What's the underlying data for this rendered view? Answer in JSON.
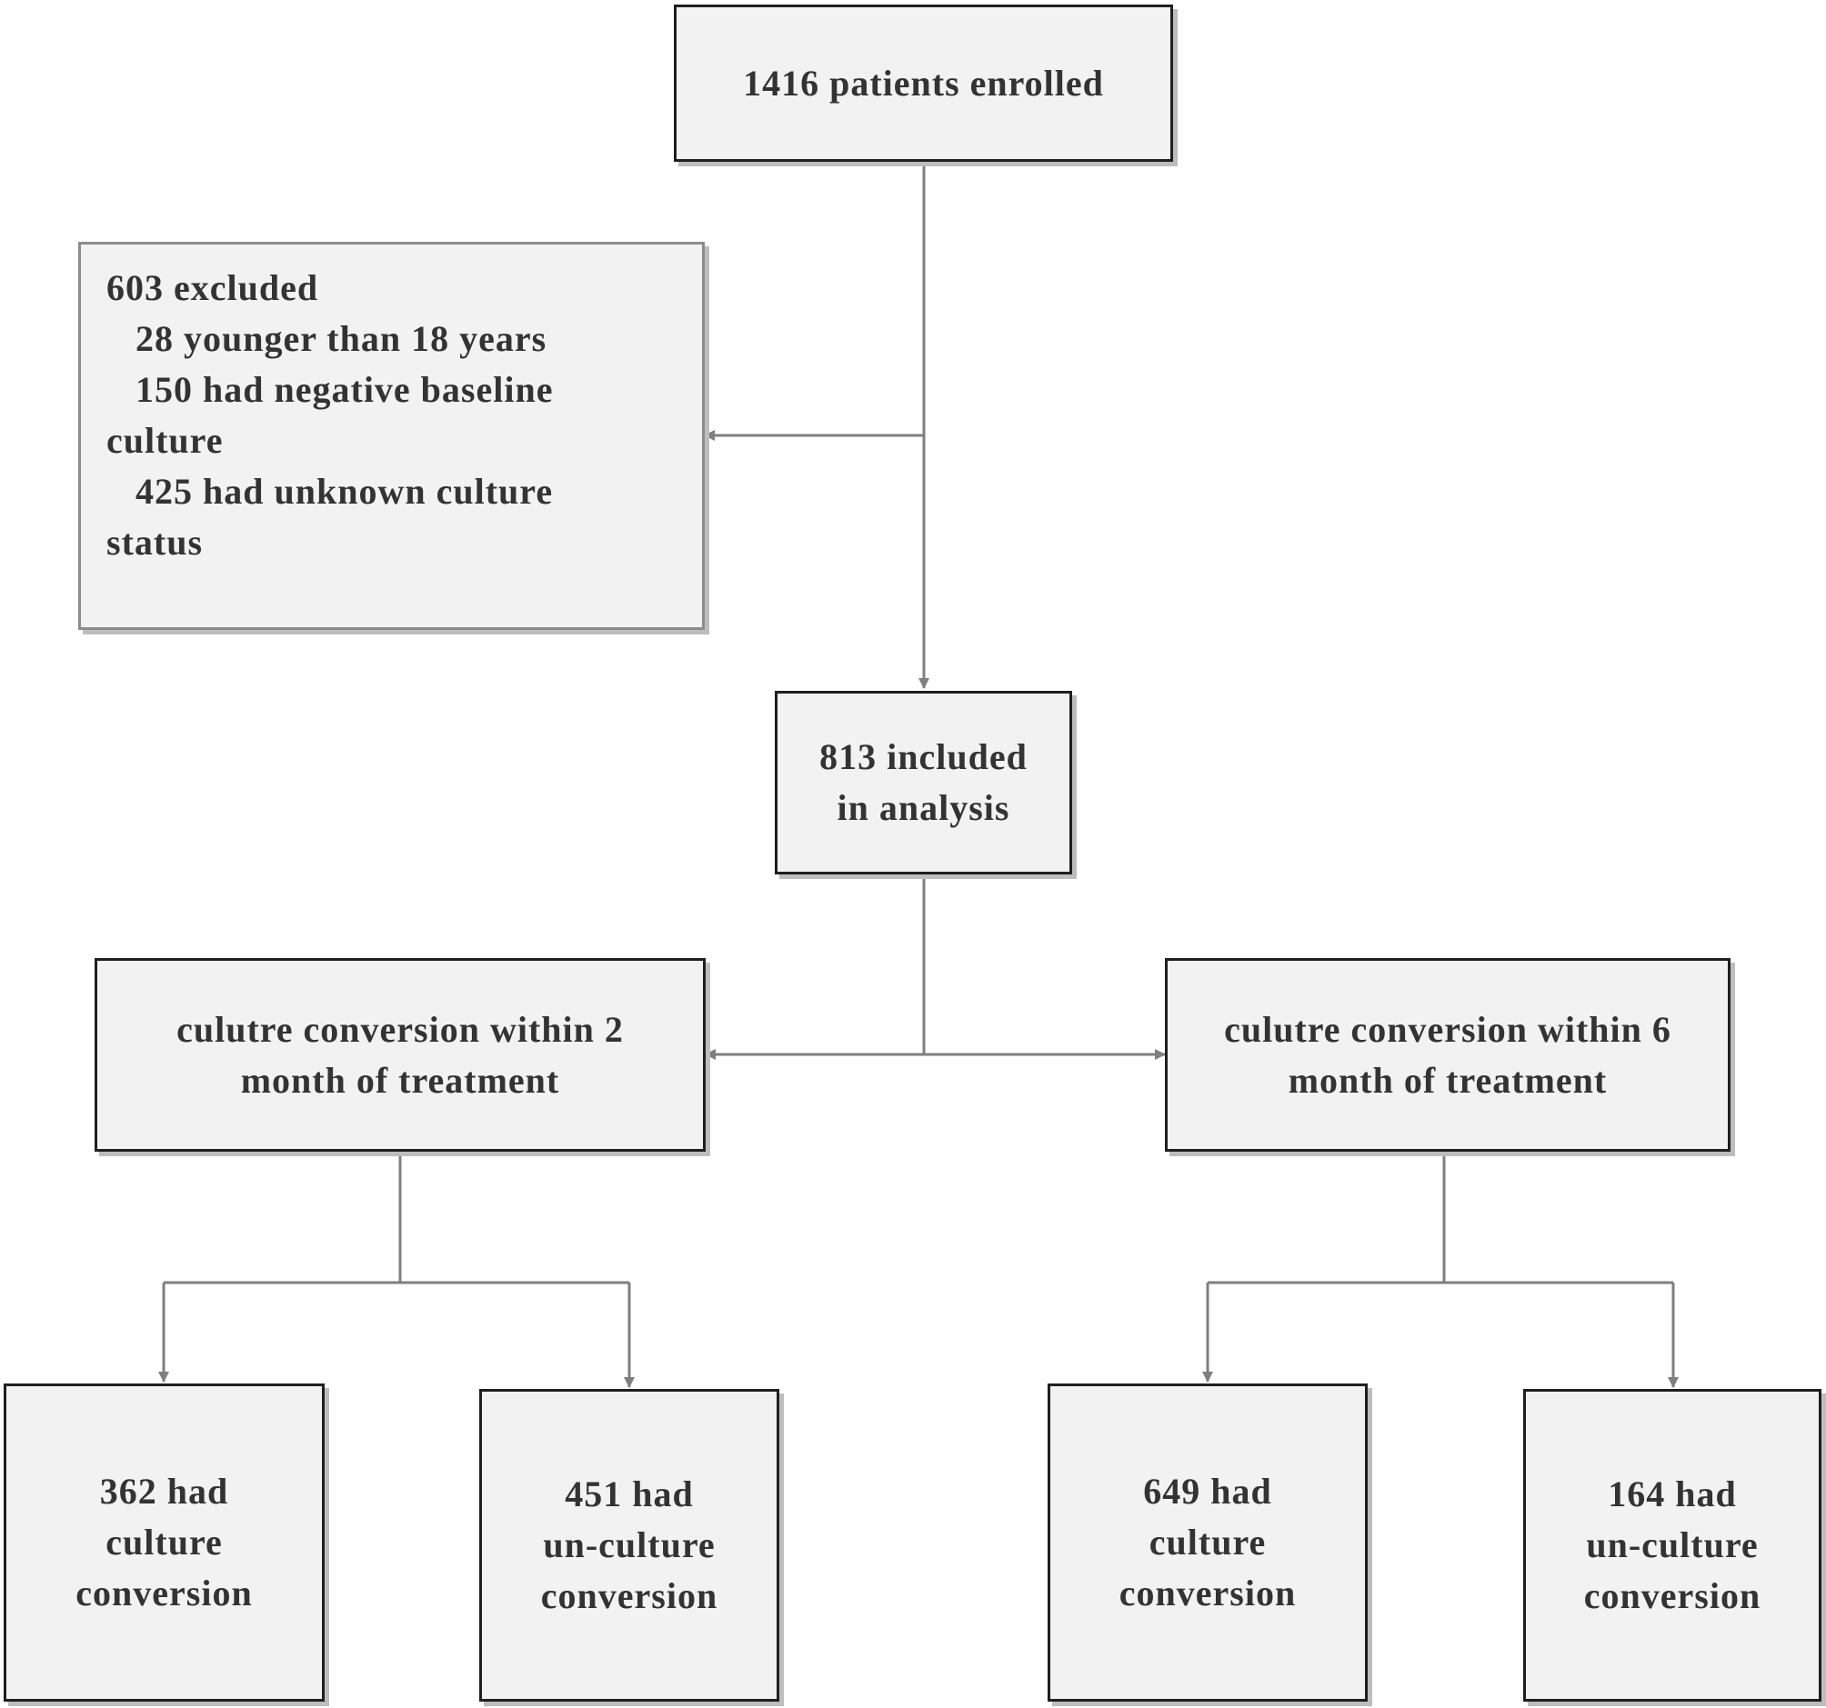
{
  "nodes": {
    "enrolled": "1416 patients enrolled",
    "excluded": {
      "title": "603 excluded",
      "reason1": "28 younger than 18 years",
      "reason2_a": "150 had negative baseline",
      "reason2_b": "culture",
      "reason3_a": "425 had unknown culture",
      "reason3_b": "status"
    },
    "included": "813 included\nin analysis",
    "conv2": "culutre conversion within 2\nmonth of treatment",
    "conv6": "culutre conversion within 6\nmonth of treatment",
    "conv2_yes": "362 had\nculture\nconversion",
    "conv2_no": "451 had\nun-culture\nconversion",
    "conv6_yes": "649 had\nculture\nconversion",
    "conv6_no": "164 had\nun-culture\nconversion"
  },
  "colors": {
    "connector": "#7f7f7f",
    "box_fill": "#f2f2f2",
    "box_border": "#1f1f1f",
    "text": "#333333"
  }
}
